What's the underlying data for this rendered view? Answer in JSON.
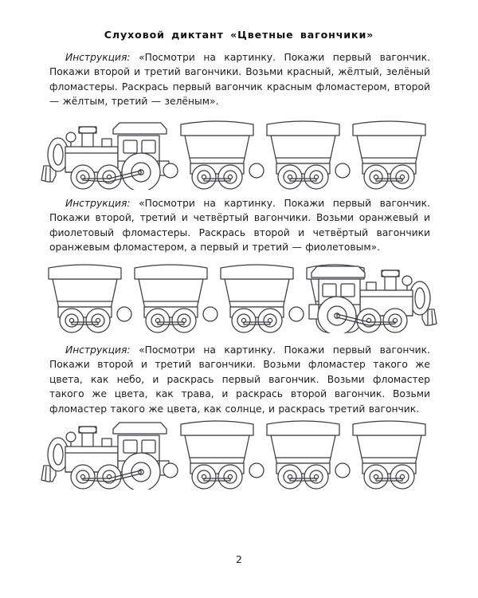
{
  "page": {
    "title": "Слуховой диктант «Цветные вагончики»",
    "page_number": "2",
    "background_color": "#ffffff",
    "ink_color": "#3b3b44"
  },
  "exercises": [
    {
      "id": "exercise-1",
      "lead_label": "Инструкция:",
      "text": "«Посмотри на картинку. Покажи первый вагончик. Покажи второй и третий вагончики. Возьми красный, жёлтый, зелёный фломастеры. Раскрась первый вагончик красным фломастером, второй — жёлтым, третий — зелёным».",
      "illustration": {
        "name": "train-illustration-1",
        "locomotive_position": "left",
        "locomotive_facing": "left",
        "wagon_count": 3
      }
    },
    {
      "id": "exercise-2",
      "lead_label": "Инструкция:",
      "text": "«Посмотри на картинку. Покажи первый вагончик. Покажи второй, третий и четвёртый вагончики. Возьми оранжевый и фиолетовый фломастеры. Раскрась второй и четвёртый вагончики оранжевым фломастером, а первый и третий — фиолетовым».",
      "illustration": {
        "name": "train-illustration-2",
        "locomotive_position": "right",
        "locomotive_facing": "right",
        "wagon_count": 4
      }
    },
    {
      "id": "exercise-3",
      "lead_label": "Инструкция:",
      "text": "«Посмотри на картинку. Покажи первый вагончик. Покажи второй и третий вагончики. Возьми фломастер такого же цвета, как небо, и раскрась первый вагончик. Возьми фломастер такого же цвета, как трава, и раскрась второй вагончик. Возьми фломастер такого же цвета, как солнце, и раскрась третий вагончик.",
      "illustration": {
        "name": "train-illustration-3",
        "locomotive_position": "left",
        "locomotive_facing": "left",
        "wagon_count": 3
      }
    }
  ]
}
